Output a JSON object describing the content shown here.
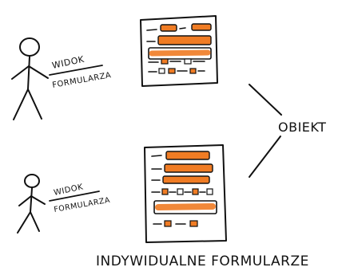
{
  "labels": {
    "view_line1": "WIDOK",
    "view_line2": "FORMULARZA",
    "object": "OBIEKT",
    "caption": "INDYWIDUALNE FORMULARZE"
  },
  "colors": {
    "ink": "#111111",
    "accent": "#f07c24",
    "paper": "#ffffff"
  }
}
